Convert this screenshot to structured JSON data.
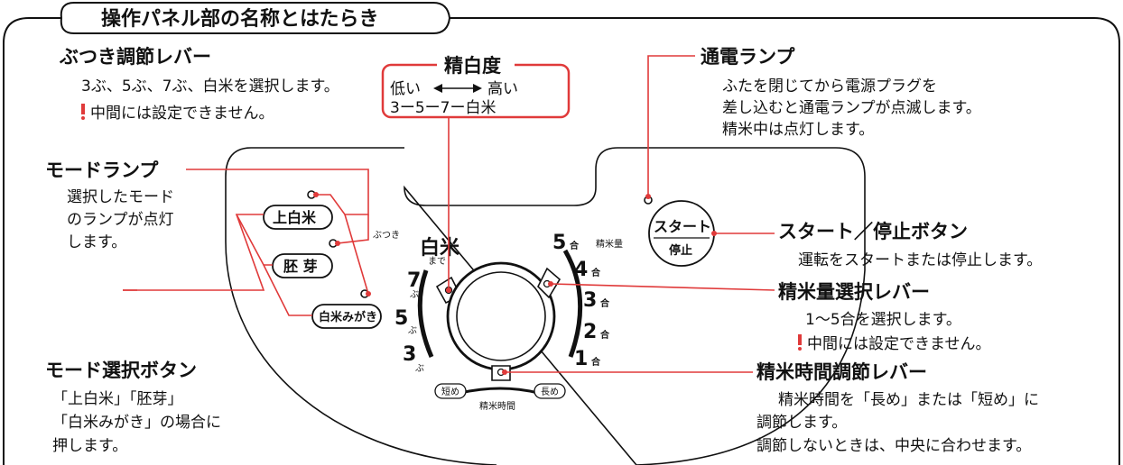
{
  "title": "操作パネル部の名称とはたらき",
  "butsuki_lever": {
    "heading": "ぶつき調節レバー",
    "desc": "3ぶ、5ぶ、7ぶ、白米を選択します。",
    "warning": "中間には設定できません。"
  },
  "seihakudo": {
    "title": "精白度",
    "low": "低い",
    "high": "高い",
    "arrow": "⟷",
    "scale": "3ー5ー7ー白米"
  },
  "power_lamp": {
    "heading": "通電ランプ",
    "desc_lines": [
      "ふたを閉じてから電源プラグを",
      "差し込むと通電ランプが点滅します。",
      "精米中は点灯します。"
    ]
  },
  "mode_lamp": {
    "heading": "モードランプ",
    "desc_lines": [
      "選択したモード",
      "のランプが点灯",
      "します。"
    ]
  },
  "start_stop": {
    "heading": "スタート／停止ボタン",
    "desc": "運転をスタートまたは停止します。"
  },
  "quantity_lever": {
    "heading": "精米量選択レバー",
    "desc": "1〜5合を選択します。",
    "warning": "中間には設定できません。"
  },
  "mode_button": {
    "heading": "モード選択ボタン",
    "desc_lines": [
      "「上白米」「胚芽」",
      "「白米みがき」の場合に",
      "押します。"
    ]
  },
  "time_lever": {
    "heading": "精米時間調節レバー",
    "desc_lines": [
      "精米時間を「長め」または「短め」に",
      "調節します。",
      "調節しないときは、中央に合わせます。"
    ]
  },
  "panel": {
    "btn_johakumai": "上白米",
    "btn_haiga": "胚 芽",
    "btn_hakumai_migaki": "白米みがき",
    "label_butsuki": "ぶつき",
    "start_label": "スタート",
    "stop_label": "停止",
    "label_seimairyo": "精米量",
    "hakumai": "白米",
    "made": "まで",
    "num_7": "7",
    "num_5": "5",
    "num_3": "3",
    "bu": "ぶ",
    "q5": "5",
    "q4": "4",
    "q3": "3",
    "q2": "2",
    "q1": "1",
    "go": "合",
    "short": "短め",
    "long": "長め",
    "seimai_jikan": "精米時間"
  }
}
